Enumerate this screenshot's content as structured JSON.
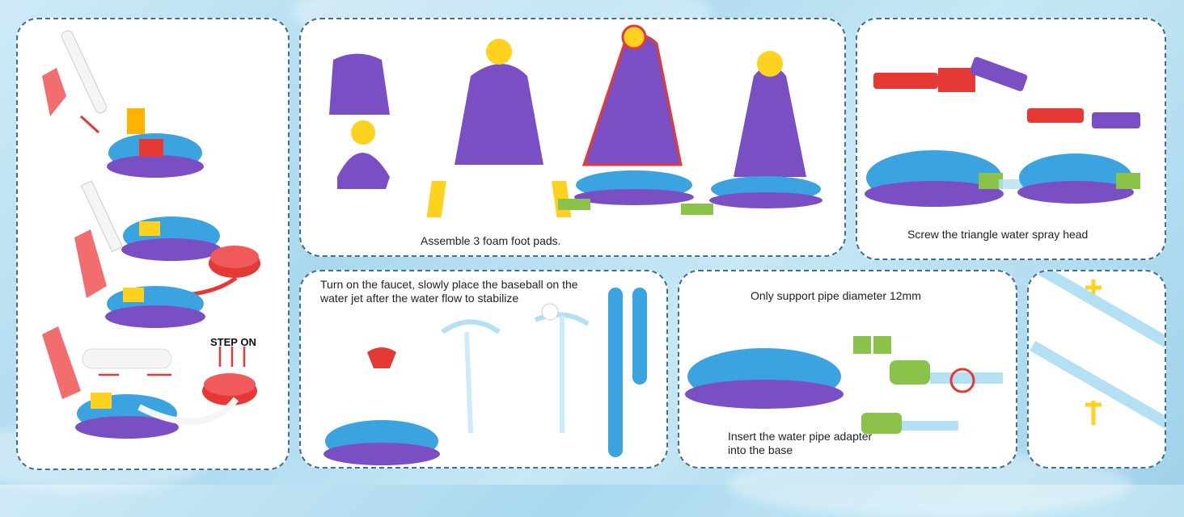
{
  "captions": {
    "foam_pads": "Assemble 3 foam foot pads.",
    "spray_head": "Screw the triangle water spray head",
    "faucet": "Turn on the faucet, slowly place the baseball on the water jet after the water flow to stabilize",
    "pipe_diameter": "Only support pipe diameter 12mm",
    "adapter": "Insert the water pipe adapter into the base",
    "step_on": "STEP ON"
  },
  "colors": {
    "border": "#3d6f93",
    "purple": "#7b4fc4",
    "blue": "#3aa3e0",
    "yellow": "#ffd21f",
    "red": "#e53935",
    "green": "#8bc34a"
  }
}
